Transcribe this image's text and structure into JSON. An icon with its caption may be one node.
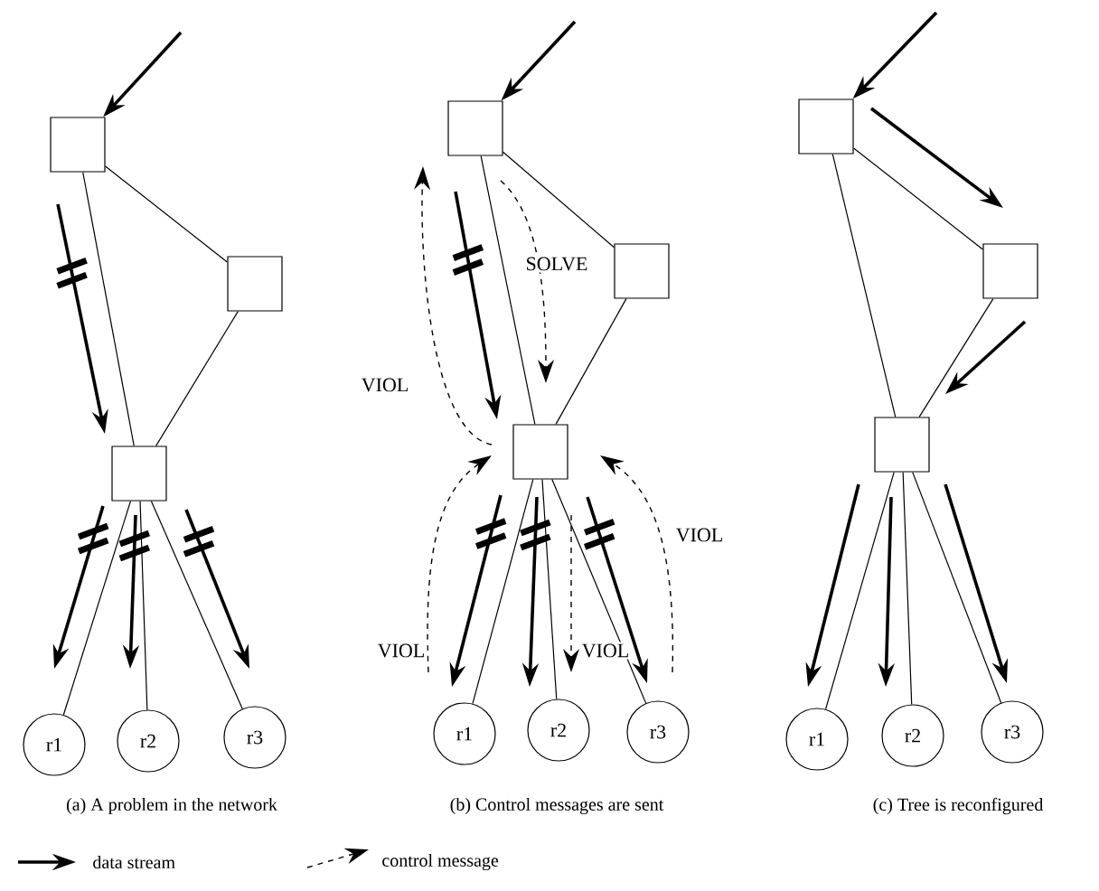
{
  "diagram": {
    "nodes": [
      {
        "text": [],
        "shape": "box"
      },
      {
        "text": [],
        "shape": "box"
      },
      {
        "text": [],
        "shape": "box"
      },
      {
        "text": [
          "r1"
        ]
      },
      {
        "text": [
          "r2"
        ]
      },
      {
        "text": [
          "r3"
        ]
      },
      {
        "text": [],
        "shape": "box"
      },
      {
        "text": [],
        "shape": "box"
      },
      {
        "text": [],
        "shape": "box"
      },
      {
        "text": [
          "r1"
        ]
      },
      {
        "text": [
          "r2"
        ]
      },
      {
        "text": [
          "r3"
        ]
      },
      {
        "text": [],
        "shape": "box"
      },
      {
        "text": [],
        "shape": "box"
      },
      {
        "text": [],
        "shape": "box"
      },
      {
        "text": [
          "r1"
        ]
      },
      {
        "text": [
          "r2"
        ]
      },
      {
        "text": [
          "r3"
        ]
      }
    ],
    "edges": [
      {
        "from": null,
        "to": 0,
        "arrow": "to"
      },
      {
        "from": 0,
        "to": 1,
        "arrow": "none"
      },
      {
        "from": 0,
        "to": 2,
        "arrow": "none"
      },
      {
        "from": 1,
        "to": 2,
        "arrow": "none"
      },
      {
        "from": 2,
        "to": 3,
        "arrow": "none"
      },
      {
        "from": 2,
        "to": 4,
        "arrow": "none"
      },
      {
        "from": 2,
        "to": 5,
        "arrow": "none"
      },
      {
        "from": null,
        "to": 6,
        "arrow": "to"
      },
      {
        "from": 6,
        "to": 7,
        "arrow": "none"
      },
      {
        "from": 6,
        "to": 8,
        "arrow": "none"
      },
      {
        "from": 7,
        "to": 8,
        "arrow": "none"
      },
      {
        "from": 8,
        "to": 9,
        "arrow": "none"
      },
      {
        "from": 8,
        "to": 10,
        "arrow": "none"
      },
      {
        "from": 8,
        "to": 11,
        "arrow": "none"
      },
      {
        "from": null,
        "to": 12,
        "arrow": "to"
      },
      {
        "from": 12,
        "to": 13,
        "arrow": "none"
      },
      {
        "from": 12,
        "to": 14,
        "arrow": "none"
      },
      {
        "from": 13,
        "to": 14,
        "arrow": "none"
      },
      {
        "from": 14,
        "to": 15,
        "arrow": "none"
      },
      {
        "from": 14,
        "to": 16,
        "arrow": "none"
      },
      {
        "from": 14,
        "to": 17,
        "arrow": "none"
      }
    ],
    "labels": [
      "SOLVE",
      "VIOL",
      "VIOL",
      "VIOL",
      "VIOL",
      "(a) A problem in the network",
      "(b) Control messages are sent",
      "(c) Tree is reconfigured"
    ],
    "legend": [
      {
        "text": "data stream"
      },
      {
        "text": "control message"
      }
    ]
  }
}
